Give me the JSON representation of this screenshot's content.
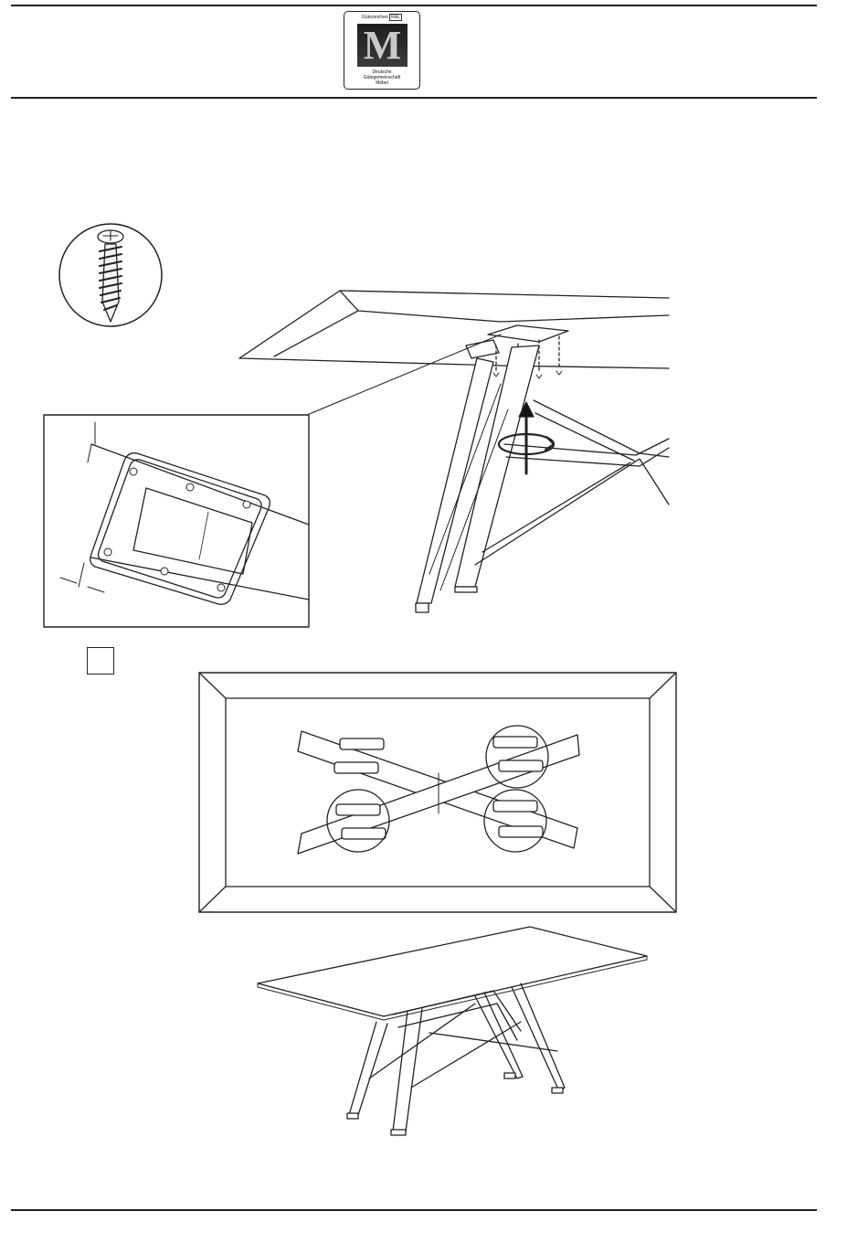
{
  "header": {
    "logo": {
      "top_text": "Gütezeichen",
      "ral_text": "RAL",
      "letter": "M",
      "bottom_lines": [
        "Deutsche",
        "Gütegemeinschaft",
        "Möbel"
      ]
    }
  },
  "figures": {
    "screw": "screw-icon",
    "assembly": "leg-frame-attach-illustration",
    "detail": "mounting-plate-detail",
    "step_marker": "step-box",
    "top_view": "underside-top-view",
    "finished": "assembled-table-illustration"
  }
}
